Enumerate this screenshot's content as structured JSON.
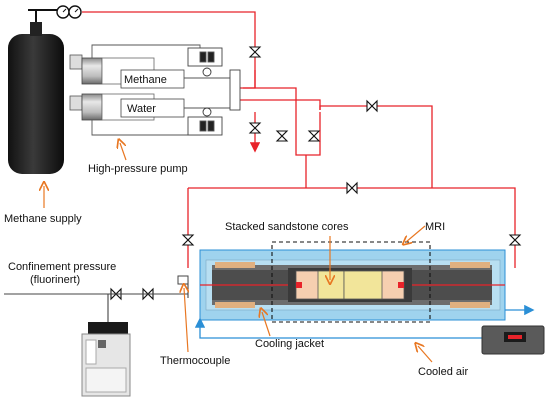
{
  "labels": {
    "methane": "Methane",
    "water": "Water",
    "pump": "High-pressure pump",
    "supply": "Methane supply",
    "cores": "Stacked sandstone cores",
    "mri": "MRI",
    "confinement_line1": "Confinement pressure",
    "confinement_line2": "(fluorinert)",
    "thermocouple": "Thermocouple",
    "cooling_jacket": "Cooling jacket",
    "cooled_air": "Cooled air"
  },
  "colors": {
    "gas_line": "#e8232a",
    "air_line": "#2b8fd6",
    "fluid_line": "#444444",
    "annotation_arrow": "#e87722",
    "cylinder": "#2a2a2a",
    "jacket_fill": "#9fd3ee",
    "core_fill": "#f2e59a",
    "core_zone_fill": "#f6cfb0",
    "holder_fill": "#6d6d6d"
  },
  "icons": {
    "valve": "bowtie-valve-icon",
    "gauge": "pressure-gauge-icon",
    "chiller_display": "temperature-display-icon"
  }
}
